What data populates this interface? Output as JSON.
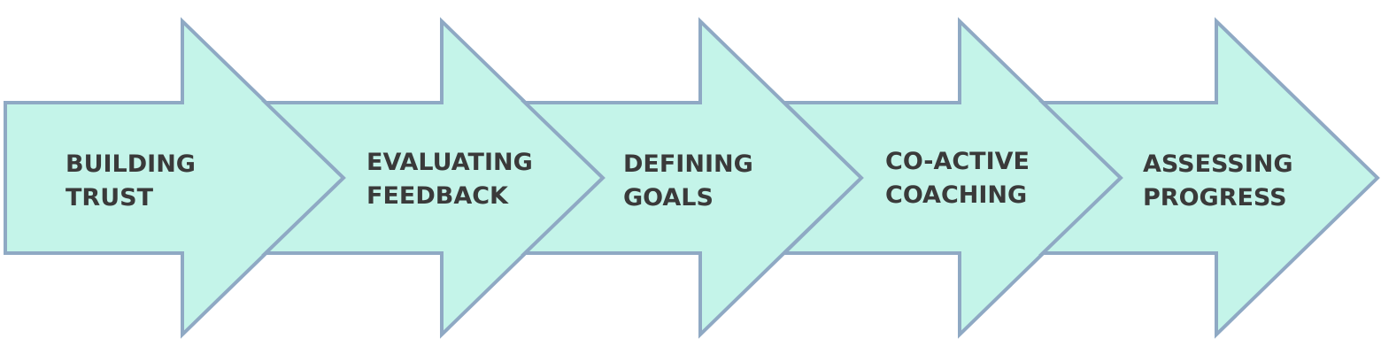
{
  "diagram": {
    "colors": {
      "arrow_fill": "#c4f4e9",
      "arrow_stroke": "#8fa9c4",
      "label_text": "#3a3a3a"
    },
    "steps": [
      {
        "line1": "BUILDING",
        "line2": "TRUST"
      },
      {
        "line1": "EVALUATING",
        "line2": "FEEDBACK"
      },
      {
        "line1": "DEFINING",
        "line2": "GOALS"
      },
      {
        "line1": "CO-ACTIVE",
        "line2": "COACHING"
      },
      {
        "line1": "ASSESSING",
        "line2": "PROGRESS"
      }
    ]
  }
}
